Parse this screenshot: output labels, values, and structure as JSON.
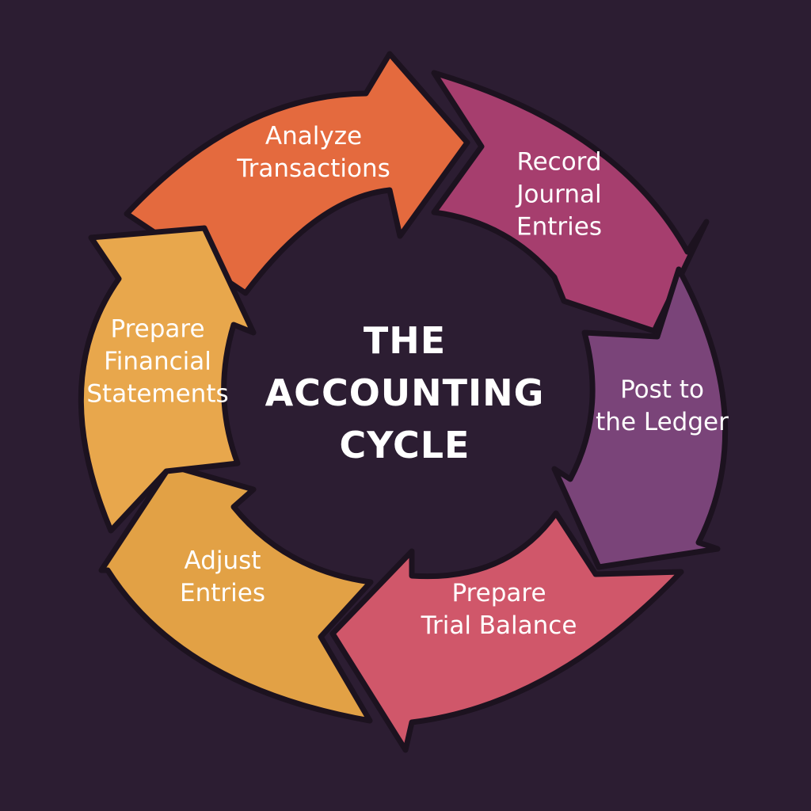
{
  "title": "THE\nACCOUNTING\nCYCLE",
  "background_color": "#2c1d32",
  "steps": [
    {
      "label": "Analyze\nTransactions",
      "color": "#e46a3e"
    },
    {
      "label": "Record\nJournal\nEntries",
      "color": "#a63e6e"
    },
    {
      "label": "Post to\nthe Ledger",
      "color": "#7a4479"
    },
    {
      "label": "Prepare\nTrial Balance",
      "color": "#d0576a"
    },
    {
      "label": "Adjust\nEntries",
      "color": "#e2a145"
    },
    {
      "label": "Prepare\nFinancial\nStatements",
      "color": "#e8a74c"
    }
  ]
}
